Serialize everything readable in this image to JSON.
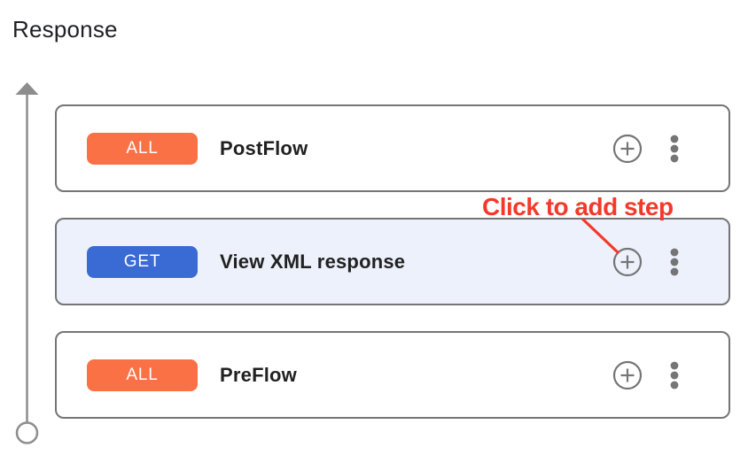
{
  "header": {
    "title": "Response"
  },
  "annotation": {
    "label": "Click to add step",
    "color": "#f4392b"
  },
  "flow_rail": {
    "arrow_icon": "up-arrow-icon",
    "terminal_icon": "circle-terminal-icon",
    "color": "#8d8d8d"
  },
  "cards": [
    {
      "method": "ALL",
      "name": "PostFlow",
      "method_color": "#fb7146",
      "selected": false
    },
    {
      "method": "GET",
      "name": "View XML response",
      "method_color": "#3a6ad4",
      "selected": true
    },
    {
      "method": "ALL",
      "name": "PreFlow",
      "method_color": "#fb7146",
      "selected": false
    }
  ],
  "card_actions": {
    "add_step_icon": "plus-circle-icon",
    "more_icon": "kebab-menu-icon"
  },
  "colors": {
    "card_border": "#757575",
    "selected_card_bg": "#edf1fb",
    "icon_gray": "#757575",
    "rail_gray": "#8d8d8d",
    "badge_text": "#ffffff",
    "title_text": "#202124"
  }
}
